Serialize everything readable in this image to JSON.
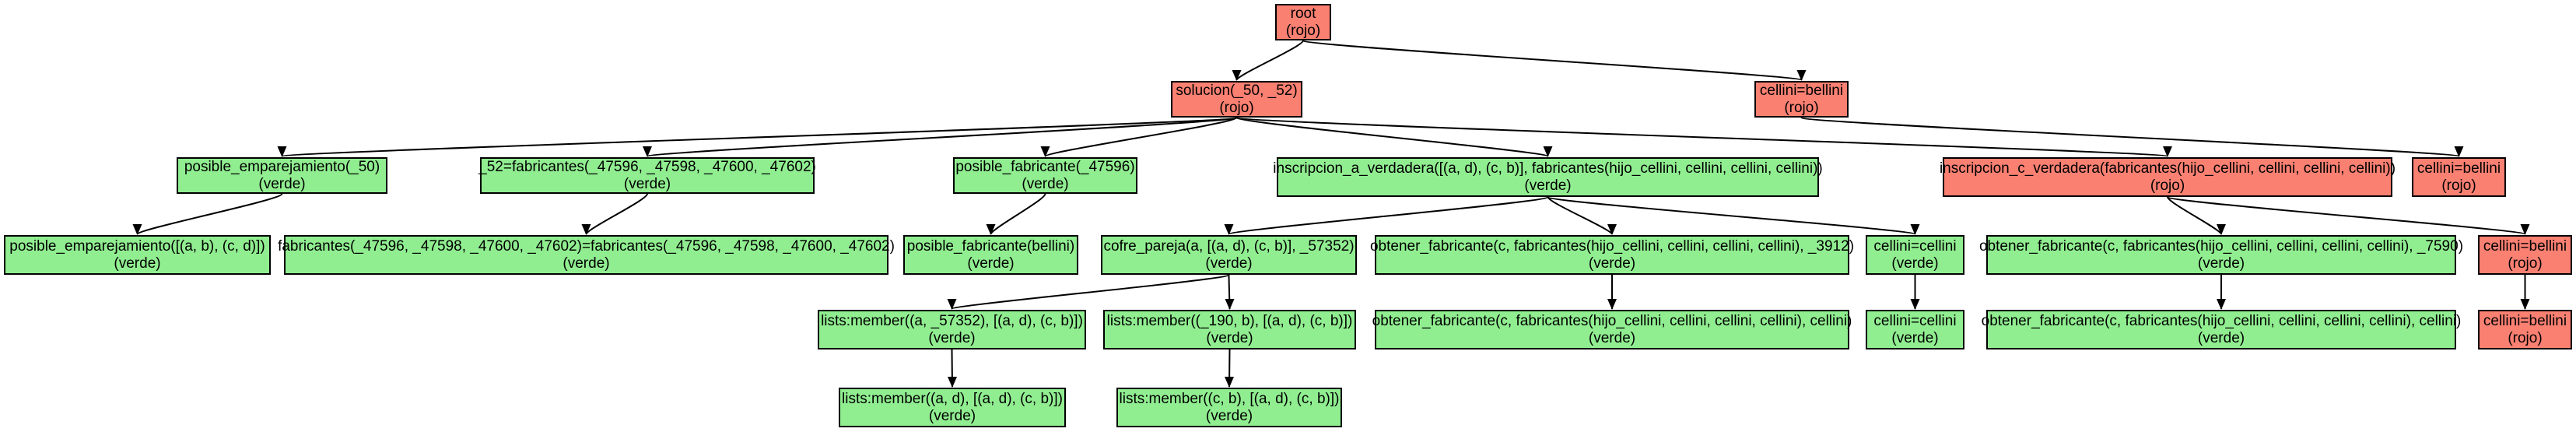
{
  "colors": {
    "rojo": "#fa8072",
    "verde": "#90ee90",
    "edge": "#000000"
  },
  "nodes": [
    {
      "id": "root",
      "label": "root",
      "state": "(rojo)"
    },
    {
      "id": "sol",
      "label": "solucion(_50, _52)",
      "state": "(rojo)"
    },
    {
      "id": "cb1",
      "label": "cellini=bellini",
      "state": "(rojo)"
    },
    {
      "id": "pe50",
      "label": "posible_emparejamiento(_50)",
      "state": "(verde)"
    },
    {
      "id": "fab52",
      "label": "_52=fabricantes(_47596, _47598, _47600, _47602)",
      "state": "(verde)"
    },
    {
      "id": "pf",
      "label": "posible_fabricante(_47596)",
      "state": "(verde)"
    },
    {
      "id": "iav",
      "label": "inscripcion_a_verdadera([(a, d), (c, b)], fabricantes(hijo_cellini, cellini, cellini, cellini))",
      "state": "(verde)"
    },
    {
      "id": "icv",
      "label": "inscripcion_c_verdadera(fabricantes(hijo_cellini, cellini, cellini, cellini))",
      "state": "(rojo)"
    },
    {
      "id": "cb2",
      "label": "cellini=bellini",
      "state": "(rojo)"
    },
    {
      "id": "pe2",
      "label": "posible_emparejamiento([(a, b), (c, d)])",
      "state": "(verde)"
    },
    {
      "id": "fabeq",
      "label": "fabricantes(_47596, _47598, _47600, _47602)=fabricantes(_47596, _47598, _47600, _47602)",
      "state": "(verde)"
    },
    {
      "id": "pfb",
      "label": "posible_fabricante(bellini)",
      "state": "(verde)"
    },
    {
      "id": "cofre",
      "label": "cofre_pareja(a, [(a, d), (c, b)], _57352)",
      "state": "(verde)"
    },
    {
      "id": "ofc1",
      "label": "obtener_fabricante(c, fabricantes(hijo_cellini, cellini, cellini, cellini), _3912)",
      "state": "(verde)"
    },
    {
      "id": "cc1",
      "label": "cellini=cellini",
      "state": "(verde)"
    },
    {
      "id": "ofc2",
      "label": "obtener_fabricante(c, fabricantes(hijo_cellini, cellini, cellini, cellini), _7590)",
      "state": "(verde)"
    },
    {
      "id": "cb3",
      "label": "cellini=bellini",
      "state": "(rojo)"
    },
    {
      "id": "lm1",
      "label": "lists:member((a, _57352), [(a, d), (c, b)])",
      "state": "(verde)"
    },
    {
      "id": "lm2",
      "label": "lists:member((_190, b), [(a, d), (c, b)])",
      "state": "(verde)"
    },
    {
      "id": "ofc1b",
      "label": "obtener_fabricante(c, fabricantes(hijo_cellini, cellini, cellini, cellini), cellini)",
      "state": "(verde)"
    },
    {
      "id": "cc2",
      "label": "cellini=cellini",
      "state": "(verde)"
    },
    {
      "id": "ofc2b",
      "label": "obtener_fabricante(c, fabricantes(hijo_cellini, cellini, cellini, cellini), cellini)",
      "state": "(verde)"
    },
    {
      "id": "cb4",
      "label": "cellini=bellini",
      "state": "(rojo)"
    },
    {
      "id": "lm1b",
      "label": "lists:member((a, d), [(a, d), (c, b)])",
      "state": "(verde)"
    },
    {
      "id": "lm2b",
      "label": "lists:member((c, b), [(a, d), (c, b)])",
      "state": "(verde)"
    }
  ],
  "edges": [
    [
      "root",
      "sol"
    ],
    [
      "root",
      "cb1"
    ],
    [
      "sol",
      "pe50"
    ],
    [
      "sol",
      "fab52"
    ],
    [
      "sol",
      "pf"
    ],
    [
      "sol",
      "iav"
    ],
    [
      "sol",
      "icv"
    ],
    [
      "cb1",
      "cb2"
    ],
    [
      "pe50",
      "pe2"
    ],
    [
      "fab52",
      "fabeq"
    ],
    [
      "pf",
      "pfb"
    ],
    [
      "iav",
      "cofre"
    ],
    [
      "iav",
      "ofc1"
    ],
    [
      "iav",
      "cc1"
    ],
    [
      "icv",
      "ofc2"
    ],
    [
      "icv",
      "cb3"
    ],
    [
      "cofre",
      "lm1"
    ],
    [
      "cofre",
      "lm2"
    ],
    [
      "ofc1",
      "ofc1b"
    ],
    [
      "cc1",
      "cc2"
    ],
    [
      "ofc2",
      "ofc2b"
    ],
    [
      "cb3",
      "cb4"
    ],
    [
      "lm1",
      "lm1b"
    ],
    [
      "lm2",
      "lm2b"
    ]
  ]
}
